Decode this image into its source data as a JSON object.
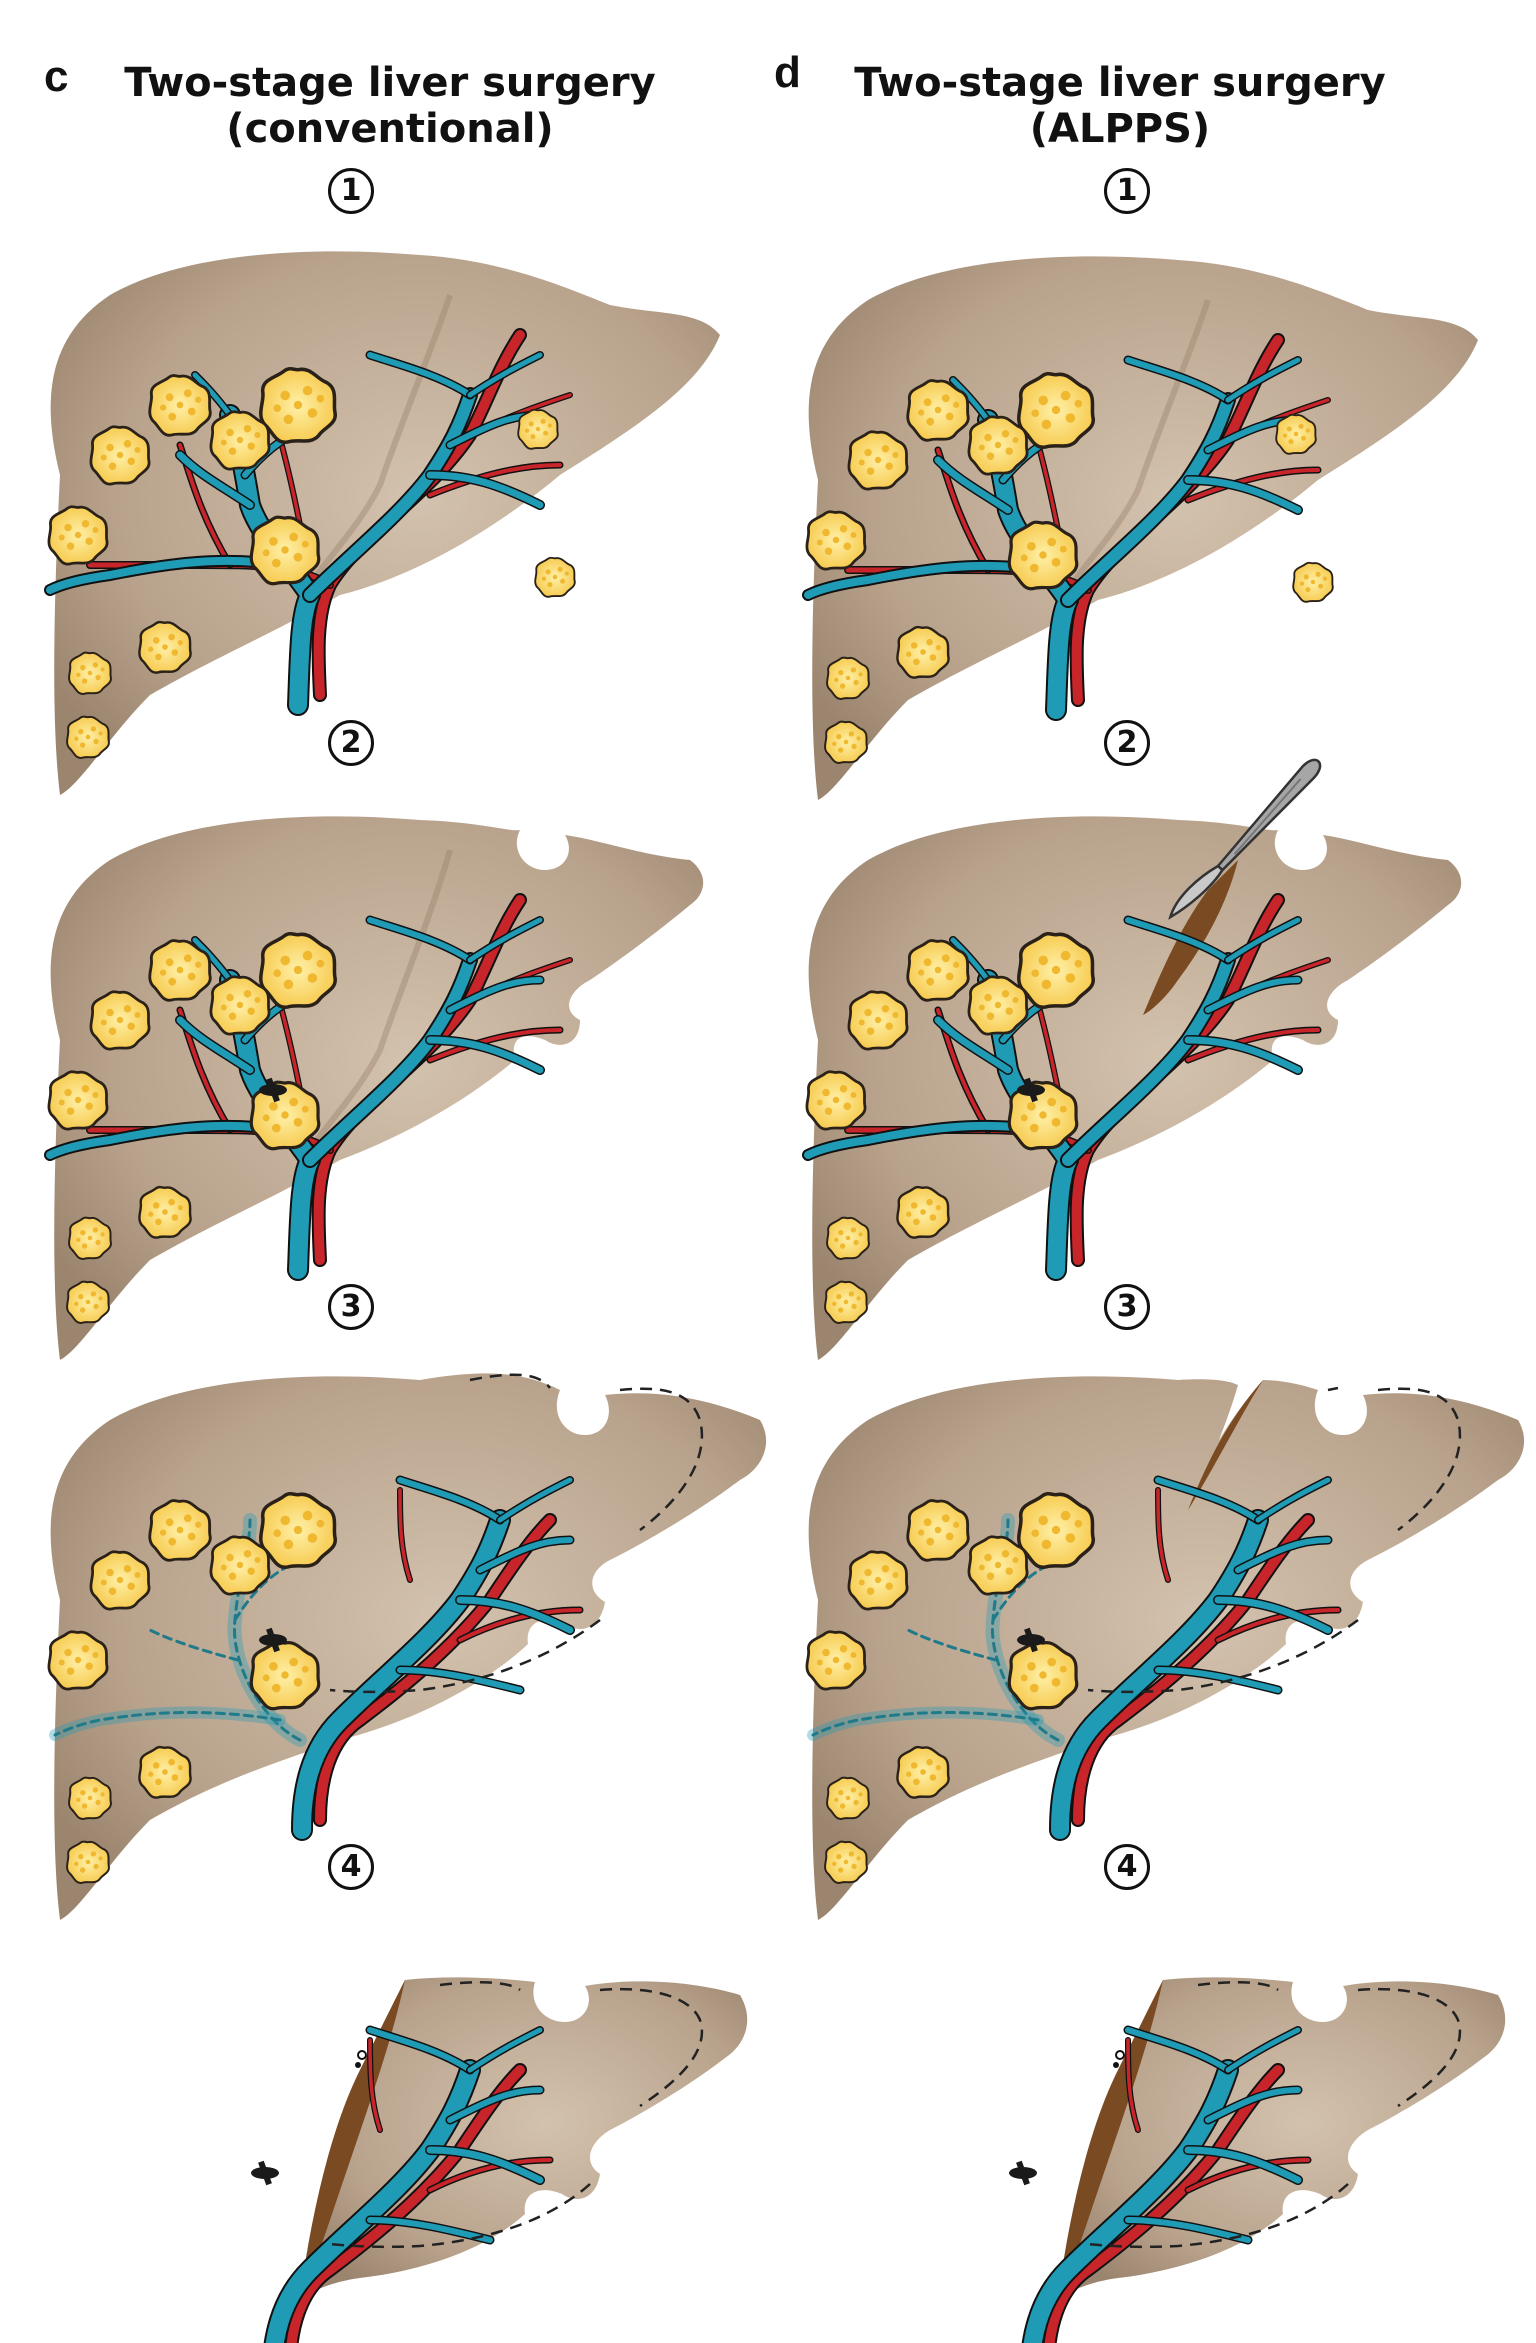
{
  "panels": {
    "c": {
      "letter": "c",
      "title_line1": "Two-stage liver surgery",
      "title_line2": "(conventional)"
    },
    "d": {
      "letter": "d",
      "title_line1": "Two-stage liver surgery",
      "title_line2": "(ALPPS)"
    }
  },
  "steps": [
    "1",
    "2",
    "3",
    "4"
  ],
  "colors": {
    "liver": "#b8a28c",
    "liver_dark": "#9c856e",
    "liver_light": "#cdbba8",
    "portal_vein": "#1f9bb6",
    "artery": "#c8252b",
    "tumour": "#f5c542",
    "tumour_outline": "#2a2118",
    "transection": "#7a4a22",
    "scalpel": "#9a9a9a"
  }
}
